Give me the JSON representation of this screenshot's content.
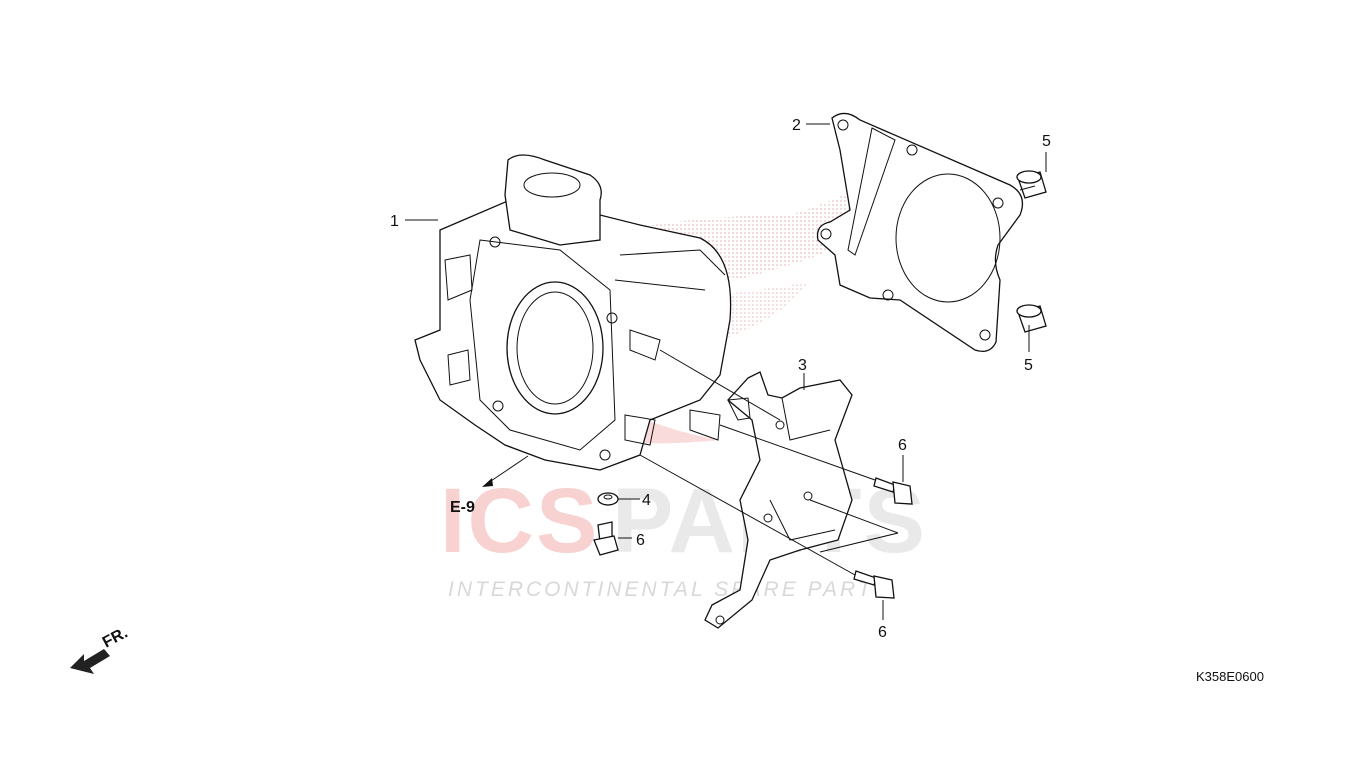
{
  "diagram": {
    "callouts": [
      {
        "id": "c1",
        "label": "1"
      },
      {
        "id": "c2",
        "label": "2"
      },
      {
        "id": "c3",
        "label": "3"
      },
      {
        "id": "c4",
        "label": "4"
      },
      {
        "id": "c5a",
        "label": "5"
      },
      {
        "id": "c5b",
        "label": "5"
      },
      {
        "id": "c6a",
        "label": "6"
      },
      {
        "id": "c6b",
        "label": "6"
      },
      {
        "id": "c6c",
        "label": "6"
      }
    ],
    "reference": "E-9",
    "front_label": "FR.",
    "drawing_code": "K358E0600"
  },
  "watermark": {
    "brand_left": "ICS",
    "brand_right": "PARTS",
    "tagline": "INTERCONTINENTAL SPARE PARTS",
    "color_red": "#e53935",
    "color_gray": "#bdbdbd"
  }
}
